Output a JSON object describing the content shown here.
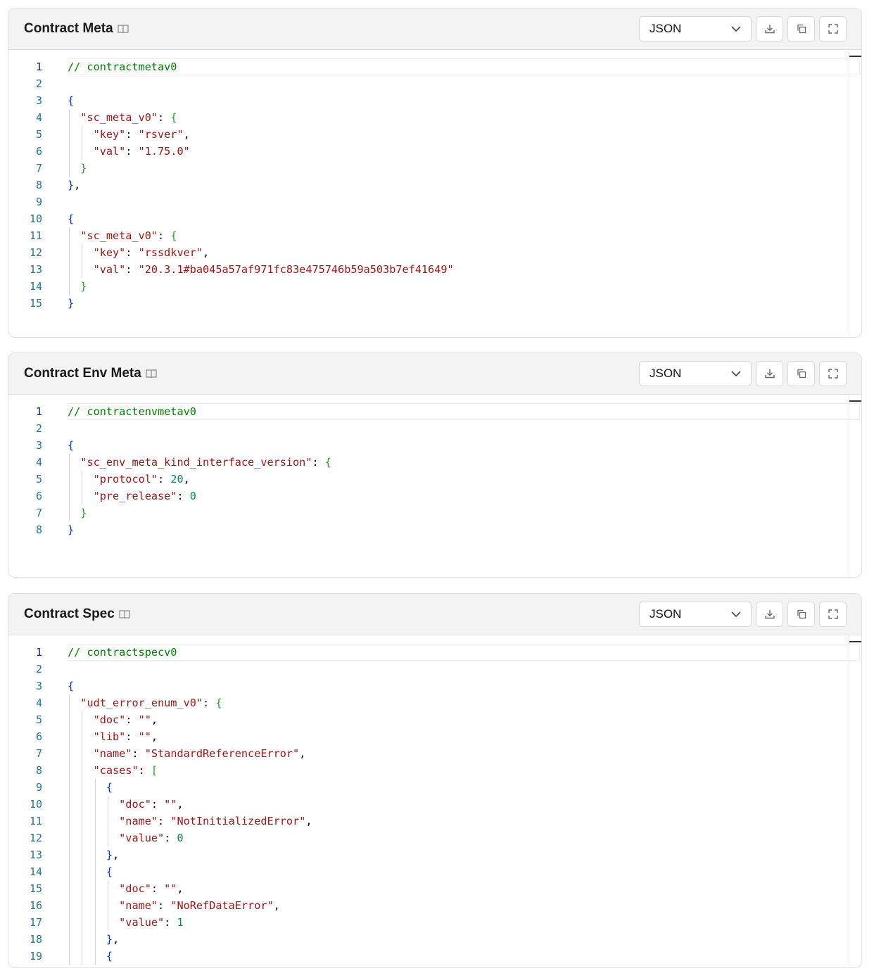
{
  "colors": {
    "line_number": "#237893",
    "comment": "#008000",
    "key": "#a31515",
    "number": "#098658",
    "bracket_level1": "#0431fa",
    "bracket_level2": "#319331"
  },
  "panels": [
    {
      "title": "Contract Meta",
      "format": "JSON",
      "icons": [
        "book-icon",
        "chevron-down-icon",
        "download-icon",
        "copy-icon",
        "expand-icon"
      ],
      "lines": [
        [
          {
            "t": "// contractmetav0",
            "c": "comment"
          }
        ],
        [],
        [
          {
            "t": "{",
            "c": "b1"
          }
        ],
        [
          {
            "t": "  "
          },
          {
            "t": "\"sc_meta_v0\"",
            "c": "key"
          },
          {
            "t": ": "
          },
          {
            "t": "{",
            "c": "b2"
          }
        ],
        [
          {
            "t": "    "
          },
          {
            "t": "\"key\"",
            "c": "key"
          },
          {
            "t": ": "
          },
          {
            "t": "\"rsver\"",
            "c": "str"
          },
          {
            "t": ","
          }
        ],
        [
          {
            "t": "    "
          },
          {
            "t": "\"val\"",
            "c": "key"
          },
          {
            "t": ": "
          },
          {
            "t": "\"1.75.0\"",
            "c": "str"
          }
        ],
        [
          {
            "t": "  "
          },
          {
            "t": "}",
            "c": "b2"
          }
        ],
        [
          {
            "t": "}",
            "c": "b1"
          },
          {
            "t": ","
          }
        ],
        [],
        [
          {
            "t": "{",
            "c": "b1"
          }
        ],
        [
          {
            "t": "  "
          },
          {
            "t": "\"sc_meta_v0\"",
            "c": "key"
          },
          {
            "t": ": "
          },
          {
            "t": "{",
            "c": "b2"
          }
        ],
        [
          {
            "t": "    "
          },
          {
            "t": "\"key\"",
            "c": "key"
          },
          {
            "t": ": "
          },
          {
            "t": "\"rssdkver\"",
            "c": "str"
          },
          {
            "t": ","
          }
        ],
        [
          {
            "t": "    "
          },
          {
            "t": "\"val\"",
            "c": "key"
          },
          {
            "t": ": "
          },
          {
            "t": "\"20.3.1#ba045a57af971fc83e475746b59a503b7ef41649\"",
            "c": "str"
          }
        ],
        [
          {
            "t": "  "
          },
          {
            "t": "}",
            "c": "b2"
          }
        ],
        [
          {
            "t": "}",
            "c": "b1"
          }
        ]
      ]
    },
    {
      "title": "Contract Env Meta",
      "format": "JSON",
      "icons": [
        "book-icon",
        "chevron-down-icon",
        "download-icon",
        "copy-icon",
        "expand-icon"
      ],
      "lines": [
        [
          {
            "t": "// contractenvmetav0",
            "c": "comment"
          }
        ],
        [],
        [
          {
            "t": "{",
            "c": "b1"
          }
        ],
        [
          {
            "t": "  "
          },
          {
            "t": "\"sc_env_meta_kind_interface_version\"",
            "c": "key"
          },
          {
            "t": ": "
          },
          {
            "t": "{",
            "c": "b2"
          }
        ],
        [
          {
            "t": "    "
          },
          {
            "t": "\"protocol\"",
            "c": "key"
          },
          {
            "t": ": "
          },
          {
            "t": "20",
            "c": "num"
          },
          {
            "t": ","
          }
        ],
        [
          {
            "t": "    "
          },
          {
            "t": "\"pre_release\"",
            "c": "key"
          },
          {
            "t": ": "
          },
          {
            "t": "0",
            "c": "num"
          }
        ],
        [
          {
            "t": "  "
          },
          {
            "t": "}",
            "c": "b2"
          }
        ],
        [
          {
            "t": "}",
            "c": "b1"
          }
        ]
      ]
    },
    {
      "title": "Contract Spec",
      "format": "JSON",
      "icons": [
        "book-icon",
        "chevron-down-icon",
        "download-icon",
        "copy-icon",
        "expand-icon"
      ],
      "lines": [
        [
          {
            "t": "// contractspecv0",
            "c": "comment"
          }
        ],
        [],
        [
          {
            "t": "{",
            "c": "b1"
          }
        ],
        [
          {
            "t": "  "
          },
          {
            "t": "\"udt_error_enum_v0\"",
            "c": "key"
          },
          {
            "t": ": "
          },
          {
            "t": "{",
            "c": "b2"
          }
        ],
        [
          {
            "t": "    "
          },
          {
            "t": "\"doc\"",
            "c": "key"
          },
          {
            "t": ": "
          },
          {
            "t": "\"\"",
            "c": "str"
          },
          {
            "t": ","
          }
        ],
        [
          {
            "t": "    "
          },
          {
            "t": "\"lib\"",
            "c": "key"
          },
          {
            "t": ": "
          },
          {
            "t": "\"\"",
            "c": "str"
          },
          {
            "t": ","
          }
        ],
        [
          {
            "t": "    "
          },
          {
            "t": "\"name\"",
            "c": "key"
          },
          {
            "t": ": "
          },
          {
            "t": "\"StandardReferenceError\"",
            "c": "str"
          },
          {
            "t": ","
          }
        ],
        [
          {
            "t": "    "
          },
          {
            "t": "\"cases\"",
            "c": "key"
          },
          {
            "t": ": "
          },
          {
            "t": "[",
            "c": "b2"
          }
        ],
        [
          {
            "t": "      "
          },
          {
            "t": "{",
            "c": "b1"
          }
        ],
        [
          {
            "t": "        "
          },
          {
            "t": "\"doc\"",
            "c": "key"
          },
          {
            "t": ": "
          },
          {
            "t": "\"\"",
            "c": "str"
          },
          {
            "t": ","
          }
        ],
        [
          {
            "t": "        "
          },
          {
            "t": "\"name\"",
            "c": "key"
          },
          {
            "t": ": "
          },
          {
            "t": "\"NotInitializedError\"",
            "c": "str"
          },
          {
            "t": ","
          }
        ],
        [
          {
            "t": "        "
          },
          {
            "t": "\"value\"",
            "c": "key"
          },
          {
            "t": ": "
          },
          {
            "t": "0",
            "c": "num"
          }
        ],
        [
          {
            "t": "      "
          },
          {
            "t": "}",
            "c": "b1"
          },
          {
            "t": ","
          }
        ],
        [
          {
            "t": "      "
          },
          {
            "t": "{",
            "c": "b1"
          }
        ],
        [
          {
            "t": "        "
          },
          {
            "t": "\"doc\"",
            "c": "key"
          },
          {
            "t": ": "
          },
          {
            "t": "\"\"",
            "c": "str"
          },
          {
            "t": ","
          }
        ],
        [
          {
            "t": "        "
          },
          {
            "t": "\"name\"",
            "c": "key"
          },
          {
            "t": ": "
          },
          {
            "t": "\"NoRefDataError\"",
            "c": "str"
          },
          {
            "t": ","
          }
        ],
        [
          {
            "t": "        "
          },
          {
            "t": "\"value\"",
            "c": "key"
          },
          {
            "t": ": "
          },
          {
            "t": "1",
            "c": "num"
          }
        ],
        [
          {
            "t": "      "
          },
          {
            "t": "}",
            "c": "b1"
          },
          {
            "t": ","
          }
        ],
        [
          {
            "t": "      "
          },
          {
            "t": "{",
            "c": "b1"
          }
        ]
      ]
    }
  ]
}
